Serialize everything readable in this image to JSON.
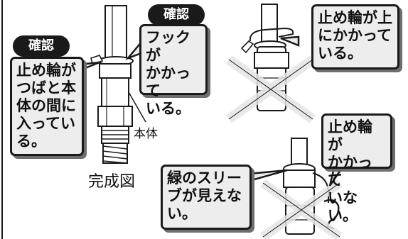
{
  "badges": {
    "left": "確認",
    "middle": "確認"
  },
  "callouts": {
    "left_note": "止め輪が\nつばと本\n体の間に\n入ってい\nる。",
    "hook_note": "フックが\nかかって\nいる。",
    "top_right_note": "止め輪が上\nにかかって\nいる。",
    "right_note": "止め輪が\nかかって\nいない。",
    "sleeve_note": "緑のスリー\nブが見えな\nい。"
  },
  "labels": {
    "body": "本体",
    "caption": "完成図"
  },
  "colors": {
    "ink": "#1a1a1a",
    "panel": "#ededed",
    "shadow": "#6e6e6e",
    "cross": "#ececec"
  }
}
